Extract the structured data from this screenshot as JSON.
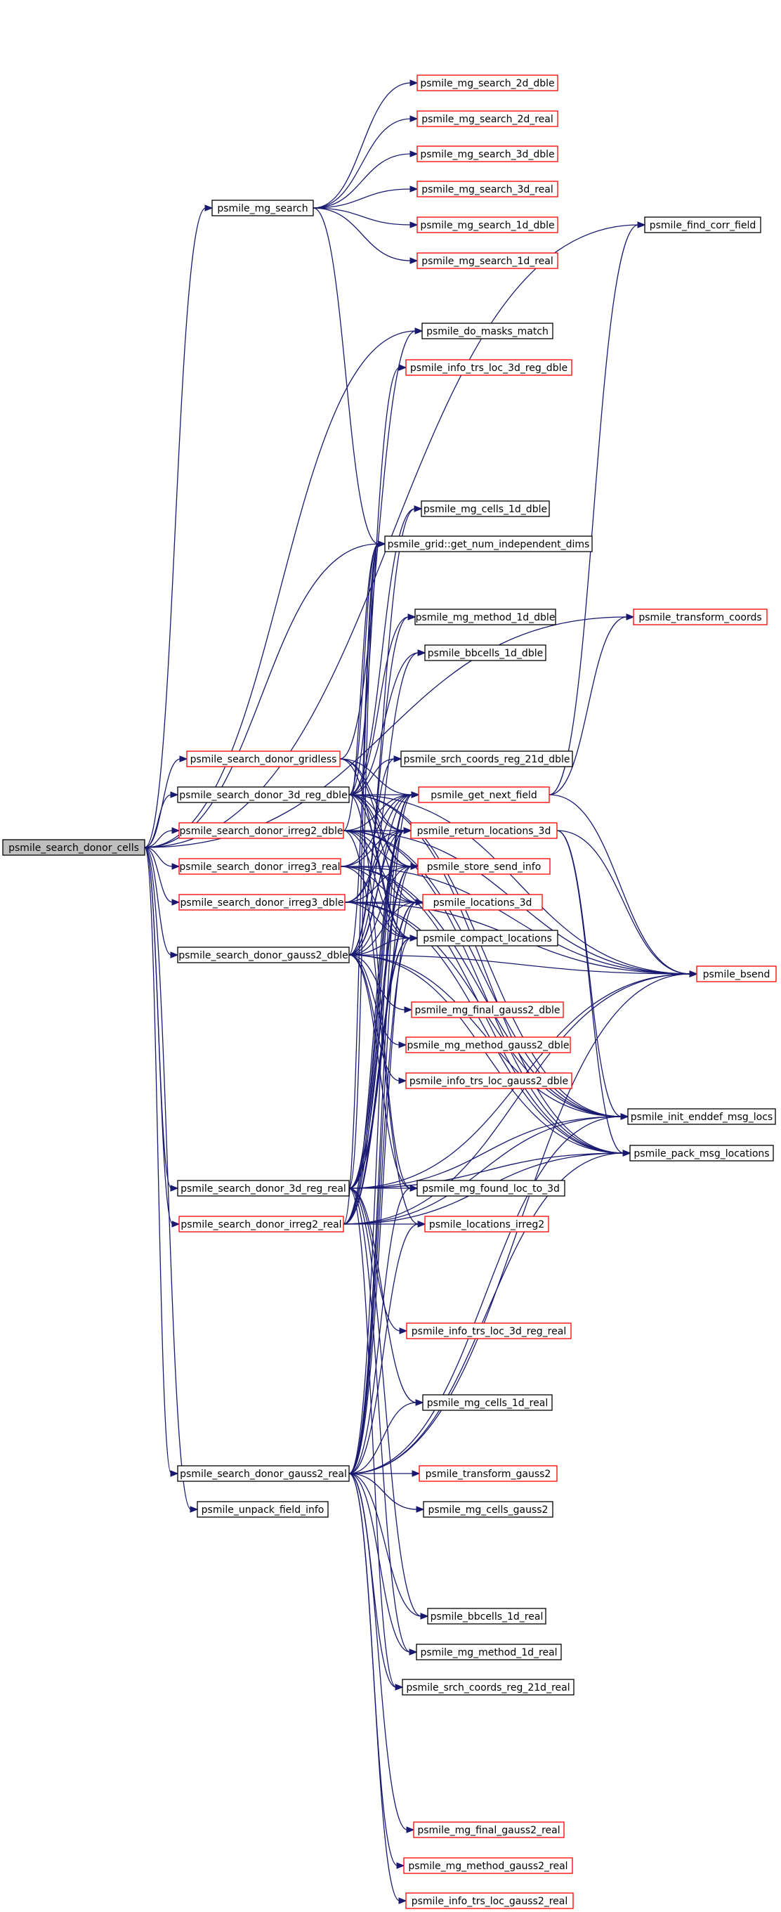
{
  "graph": {
    "colors": {
      "edge": "#191970",
      "root_fill": "#bfbfbf",
      "root_stroke": "#000000",
      "documented_stroke": "#000000",
      "undocumented_stroke": "#ff0000"
    },
    "nodes": [
      {
        "id": "cells",
        "label": "psmile_search_donor_cells",
        "style": "root"
      },
      {
        "id": "mg_search",
        "label": "psmile_mg_search",
        "style": "black"
      },
      {
        "id": "ms2dd",
        "label": "psmile_mg_search_2d_dble",
        "style": "red"
      },
      {
        "id": "ms2dr",
        "label": "psmile_mg_search_2d_real",
        "style": "red"
      },
      {
        "id": "ms3dd",
        "label": "psmile_mg_search_3d_dble",
        "style": "red"
      },
      {
        "id": "ms3dr",
        "label": "psmile_mg_search_3d_real",
        "style": "red"
      },
      {
        "id": "ms1dd",
        "label": "psmile_mg_search_1d_dble",
        "style": "red"
      },
      {
        "id": "ms1dr",
        "label": "psmile_mg_search_1d_real",
        "style": "red"
      },
      {
        "id": "find_corr",
        "label": "psmile_find_corr_field",
        "style": "black"
      },
      {
        "id": "masks",
        "label": "psmile_do_masks_match",
        "style": "black"
      },
      {
        "id": "trs3dd",
        "label": "psmile_info_trs_loc_3d_reg_dble",
        "style": "red"
      },
      {
        "id": "cells1dd",
        "label": "psmile_mg_cells_1d_dble",
        "style": "black"
      },
      {
        "id": "numdims",
        "label": "psmile_grid::get_num_independent_dims",
        "style": "black"
      },
      {
        "id": "transform",
        "label": "psmile_transform_coords",
        "style": "red"
      },
      {
        "id": "meth1dd",
        "label": "psmile_mg_method_1d_dble",
        "style": "black"
      },
      {
        "id": "bb1dd",
        "label": "psmile_bbcells_1d_dble",
        "style": "black"
      },
      {
        "id": "gridless",
        "label": "psmile_search_donor_gridless",
        "style": "red"
      },
      {
        "id": "srch21dd",
        "label": "psmile_srch_coords_reg_21d_dble",
        "style": "black"
      },
      {
        "id": "sd3dd",
        "label": "psmile_search_donor_3d_reg_dble",
        "style": "black"
      },
      {
        "id": "getnext",
        "label": "psmile_get_next_field",
        "style": "red"
      },
      {
        "id": "irr2d",
        "label": "psmile_search_donor_irreg2_dble",
        "style": "red"
      },
      {
        "id": "retloc",
        "label": "psmile_return_locations_3d",
        "style": "red"
      },
      {
        "id": "irr3r",
        "label": "psmile_search_donor_irreg3_real",
        "style": "red"
      },
      {
        "id": "store",
        "label": "psmile_store_send_info",
        "style": "red"
      },
      {
        "id": "irr3d",
        "label": "psmile_search_donor_irreg3_dble",
        "style": "red"
      },
      {
        "id": "loc3d",
        "label": "psmile_locations_3d",
        "style": "red"
      },
      {
        "id": "g2d",
        "label": "psmile_search_donor_gauss2_dble",
        "style": "black"
      },
      {
        "id": "compact",
        "label": "psmile_compact_locations",
        "style": "black"
      },
      {
        "id": "bsend",
        "label": "psmile_bsend",
        "style": "red"
      },
      {
        "id": "fg2d",
        "label": "psmile_mg_final_gauss2_dble",
        "style": "red"
      },
      {
        "id": "mg2d",
        "label": "psmile_mg_method_gauss2_dble",
        "style": "red"
      },
      {
        "id": "trsg2d",
        "label": "psmile_info_trs_loc_gauss2_dble",
        "style": "red"
      },
      {
        "id": "initend",
        "label": "psmile_init_enddef_msg_locs",
        "style": "black"
      },
      {
        "id": "pack",
        "label": "psmile_pack_msg_locations",
        "style": "black"
      },
      {
        "id": "sd3dr",
        "label": "psmile_search_donor_3d_reg_real",
        "style": "black"
      },
      {
        "id": "found",
        "label": "psmile_mg_found_loc_to_3d",
        "style": "black"
      },
      {
        "id": "irr2r",
        "label": "psmile_search_donor_irreg2_real",
        "style": "red"
      },
      {
        "id": "locirr2",
        "label": "psmile_locations_irreg2",
        "style": "red"
      },
      {
        "id": "trs3dr",
        "label": "psmile_info_trs_loc_3d_reg_real",
        "style": "red"
      },
      {
        "id": "cells1dr",
        "label": "psmile_mg_cells_1d_real",
        "style": "black"
      },
      {
        "id": "g2r",
        "label": "psmile_search_donor_gauss2_real",
        "style": "black"
      },
      {
        "id": "transg2",
        "label": "psmile_transform_gauss2",
        "style": "red"
      },
      {
        "id": "unpack",
        "label": "psmile_unpack_field_info",
        "style": "black"
      },
      {
        "id": "cellsg2",
        "label": "psmile_mg_cells_gauss2",
        "style": "black"
      },
      {
        "id": "bb1dr",
        "label": "psmile_bbcells_1d_real",
        "style": "black"
      },
      {
        "id": "meth1dr",
        "label": "psmile_mg_method_1d_real",
        "style": "black"
      },
      {
        "id": "srch21dr",
        "label": "psmile_srch_coords_reg_21d_real",
        "style": "black"
      },
      {
        "id": "fg2r",
        "label": "psmile_mg_final_gauss2_real",
        "style": "red"
      },
      {
        "id": "mg2r",
        "label": "psmile_mg_method_gauss2_real",
        "style": "red"
      },
      {
        "id": "trsg2r",
        "label": "psmile_info_trs_loc_gauss2_real",
        "style": "red"
      }
    ],
    "edges": [
      [
        "cells",
        "mg_search"
      ],
      [
        "cells",
        "find_corr"
      ],
      [
        "cells",
        "masks"
      ],
      [
        "cells",
        "numdims"
      ],
      [
        "cells",
        "transform"
      ],
      [
        "cells",
        "gridless"
      ],
      [
        "cells",
        "sd3dd"
      ],
      [
        "cells",
        "irr2d"
      ],
      [
        "cells",
        "irr3r"
      ],
      [
        "cells",
        "irr3d"
      ],
      [
        "cells",
        "g2d"
      ],
      [
        "cells",
        "sd3dr"
      ],
      [
        "cells",
        "irr2r"
      ],
      [
        "cells",
        "g2r"
      ],
      [
        "cells",
        "unpack"
      ],
      [
        "mg_search",
        "ms2dd"
      ],
      [
        "mg_search",
        "ms2dr"
      ],
      [
        "mg_search",
        "ms3dd"
      ],
      [
        "mg_search",
        "ms3dr"
      ],
      [
        "mg_search",
        "ms1dd"
      ],
      [
        "mg_search",
        "ms1dr"
      ],
      [
        "mg_search",
        "numdims"
      ],
      [
        "gridless",
        "masks"
      ],
      [
        "gridless",
        "getnext"
      ],
      [
        "gridless",
        "retloc"
      ],
      [
        "gridless",
        "store"
      ],
      [
        "gridless",
        "compact"
      ],
      [
        "sd3dd",
        "trs3dd"
      ],
      [
        "sd3dd",
        "cells1dd"
      ],
      [
        "sd3dd",
        "numdims"
      ],
      [
        "sd3dd",
        "meth1dd"
      ],
      [
        "sd3dd",
        "bb1dd"
      ],
      [
        "sd3dd",
        "srch21dd"
      ],
      [
        "sd3dd",
        "getnext"
      ],
      [
        "sd3dd",
        "retloc"
      ],
      [
        "sd3dd",
        "store"
      ],
      [
        "sd3dd",
        "loc3d"
      ],
      [
        "sd3dd",
        "compact"
      ],
      [
        "sd3dd",
        "found"
      ],
      [
        "sd3dd",
        "bsend"
      ],
      [
        "sd3dd",
        "initend"
      ],
      [
        "sd3dd",
        "pack"
      ],
      [
        "irr2d",
        "numdims"
      ],
      [
        "irr2d",
        "getnext"
      ],
      [
        "irr2d",
        "retloc"
      ],
      [
        "irr2d",
        "store"
      ],
      [
        "irr2d",
        "loc3d"
      ],
      [
        "irr2d",
        "compact"
      ],
      [
        "irr2d",
        "locirr2"
      ],
      [
        "irr2d",
        "bsend"
      ],
      [
        "irr2d",
        "initend"
      ],
      [
        "irr2d",
        "pack"
      ],
      [
        "irr3r",
        "getnext"
      ],
      [
        "irr3r",
        "retloc"
      ],
      [
        "irr3r",
        "store"
      ],
      [
        "irr3r",
        "loc3d"
      ],
      [
        "irr3r",
        "compact"
      ],
      [
        "irr3r",
        "bsend"
      ],
      [
        "irr3r",
        "initend"
      ],
      [
        "irr3r",
        "pack"
      ],
      [
        "irr3d",
        "getnext"
      ],
      [
        "irr3d",
        "retloc"
      ],
      [
        "irr3d",
        "store"
      ],
      [
        "irr3d",
        "loc3d"
      ],
      [
        "irr3d",
        "compact"
      ],
      [
        "irr3d",
        "bsend"
      ],
      [
        "irr3d",
        "initend"
      ],
      [
        "irr3d",
        "pack"
      ],
      [
        "g2d",
        "getnext"
      ],
      [
        "g2d",
        "retloc"
      ],
      [
        "g2d",
        "store"
      ],
      [
        "g2d",
        "loc3d"
      ],
      [
        "g2d",
        "compact"
      ],
      [
        "g2d",
        "bsend"
      ],
      [
        "g2d",
        "fg2d"
      ],
      [
        "g2d",
        "mg2d"
      ],
      [
        "g2d",
        "trsg2d"
      ],
      [
        "g2d",
        "initend"
      ],
      [
        "g2d",
        "pack"
      ],
      [
        "g2d",
        "found"
      ],
      [
        "g2d",
        "cells1dd"
      ],
      [
        "g2d",
        "meth1dd"
      ],
      [
        "g2d",
        "bb1dd"
      ],
      [
        "g2d",
        "srch21dd"
      ],
      [
        "g2d",
        "numdims"
      ],
      [
        "sd3dr",
        "cells1dr"
      ],
      [
        "sd3dr",
        "trs3dr"
      ],
      [
        "sd3dr",
        "bb1dr"
      ],
      [
        "sd3dr",
        "meth1dr"
      ],
      [
        "sd3dr",
        "srch21dr"
      ],
      [
        "sd3dr",
        "found"
      ],
      [
        "sd3dr",
        "getnext"
      ],
      [
        "sd3dr",
        "retloc"
      ],
      [
        "sd3dr",
        "store"
      ],
      [
        "sd3dr",
        "loc3d"
      ],
      [
        "sd3dr",
        "compact"
      ],
      [
        "sd3dr",
        "numdims"
      ],
      [
        "sd3dr",
        "bsend"
      ],
      [
        "sd3dr",
        "initend"
      ],
      [
        "sd3dr",
        "pack"
      ],
      [
        "irr2r",
        "numdims"
      ],
      [
        "irr2r",
        "getnext"
      ],
      [
        "irr2r",
        "retloc"
      ],
      [
        "irr2r",
        "store"
      ],
      [
        "irr2r",
        "loc3d"
      ],
      [
        "irr2r",
        "compact"
      ],
      [
        "irr2r",
        "locirr2"
      ],
      [
        "irr2r",
        "bsend"
      ],
      [
        "irr2r",
        "initend"
      ],
      [
        "irr2r",
        "pack"
      ],
      [
        "g2r",
        "transg2"
      ],
      [
        "g2r",
        "cellsg2"
      ],
      [
        "g2r",
        "bb1dr"
      ],
      [
        "g2r",
        "meth1dr"
      ],
      [
        "g2r",
        "srch21dr"
      ],
      [
        "g2r",
        "fg2r"
      ],
      [
        "g2r",
        "mg2r"
      ],
      [
        "g2r",
        "trsg2r"
      ],
      [
        "g2r",
        "getnext"
      ],
      [
        "g2r",
        "retloc"
      ],
      [
        "g2r",
        "store"
      ],
      [
        "g2r",
        "loc3d"
      ],
      [
        "g2r",
        "compact"
      ],
      [
        "g2r",
        "found"
      ],
      [
        "g2r",
        "locirr2"
      ],
      [
        "g2r",
        "bsend"
      ],
      [
        "g2r",
        "initend"
      ],
      [
        "g2r",
        "pack"
      ],
      [
        "g2r",
        "cells1dr"
      ],
      [
        "getnext",
        "find_corr"
      ],
      [
        "getnext",
        "transform"
      ],
      [
        "getnext",
        "bsend"
      ],
      [
        "retloc",
        "initend"
      ],
      [
        "retloc",
        "pack"
      ],
      [
        "retloc",
        "bsend"
      ]
    ]
  }
}
